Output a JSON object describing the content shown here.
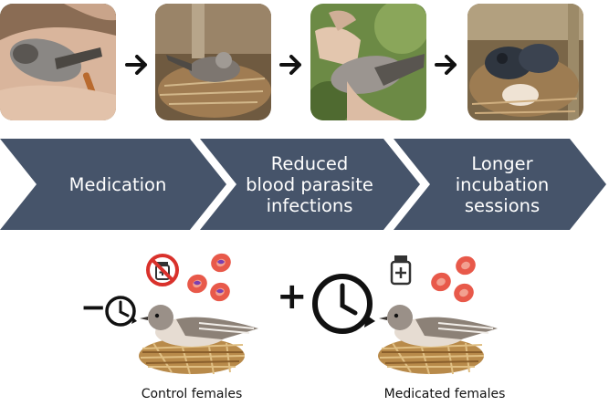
{
  "steps": [
    {
      "label": "Medication"
    },
    {
      "label": "Reduced\nblood parasite\ninfections"
    },
    {
      "label": "Longer\nincubation\nsessions"
    }
  ],
  "groups": {
    "control": {
      "label": "Control females",
      "sign": "−"
    },
    "medicated": {
      "label": "Medicated females",
      "sign": "+"
    }
  },
  "colors": {
    "chevron": "#46546a",
    "blood_cell": "#e8594a",
    "parasite": "#7b3fb0",
    "no_sign": "#d9312b",
    "nest": "#b88a4a",
    "bird": "#8c8177"
  },
  "icons": [
    "medicine-bottle-icon",
    "no-medication-icon",
    "clock-icon",
    "arrow-right-icon"
  ]
}
